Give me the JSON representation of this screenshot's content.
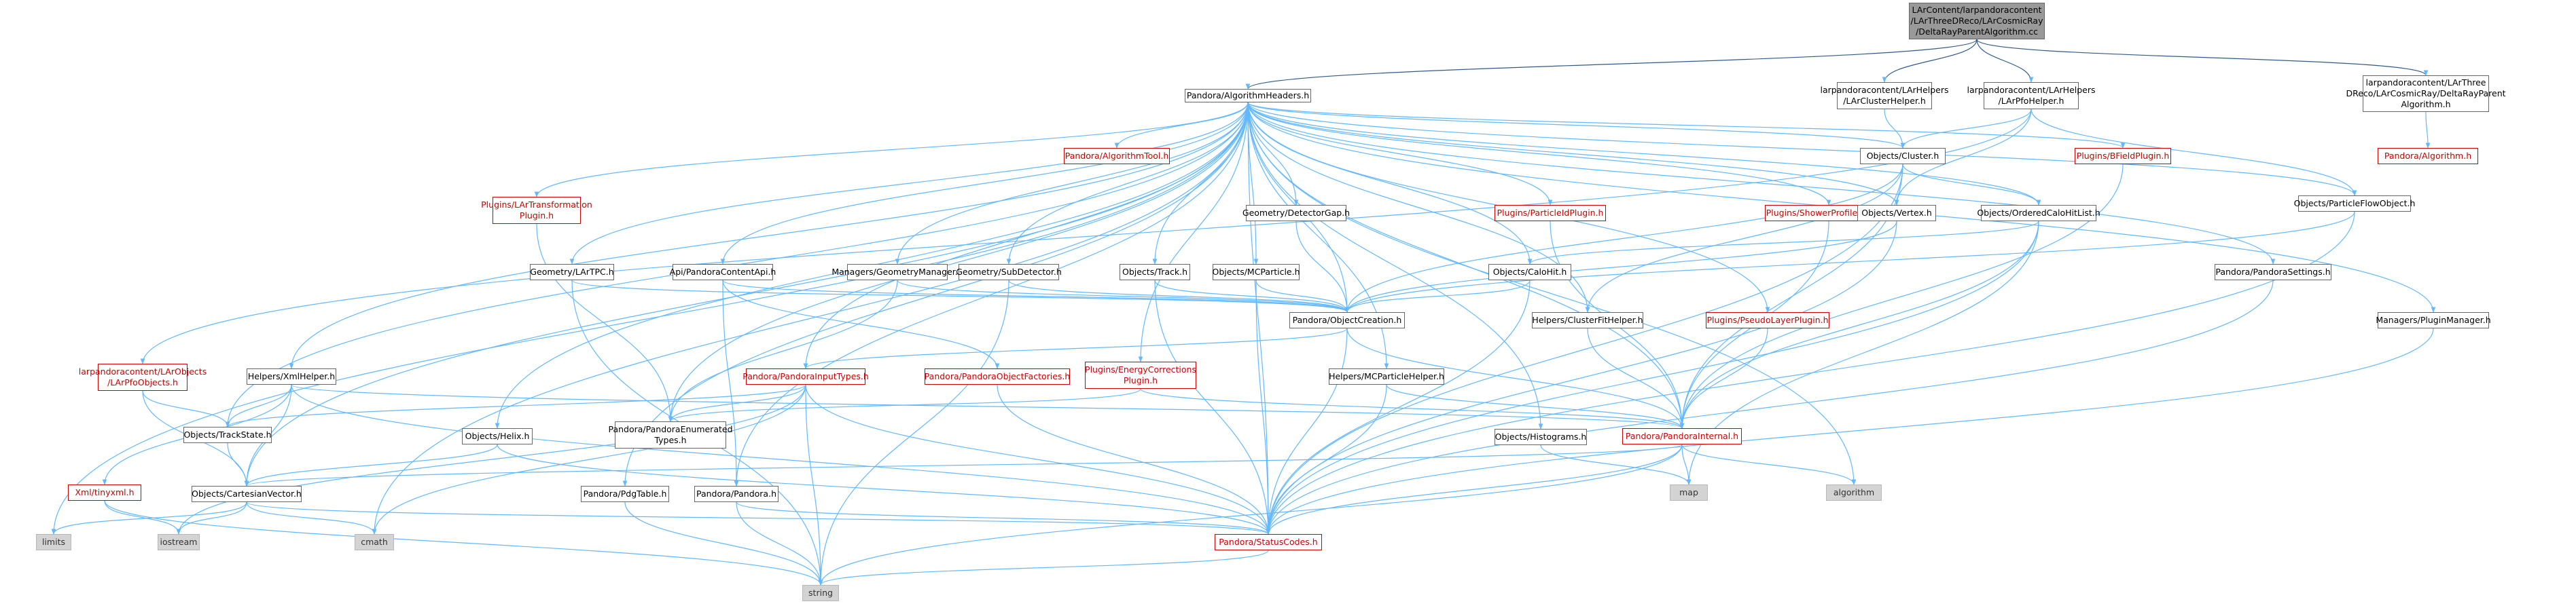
{
  "colors": {
    "edge": "#63b8ff",
    "edge_dark": "#2f5a8c",
    "red_border": "#cc0000",
    "gray_node": "#d3d3d3",
    "root_node": "#999999"
  },
  "nodes": [
    {
      "id": "root",
      "lines": [
        "LArContent/larpandoracontent",
        "/LArThreeDReco/LArCosmicRay",
        "/DeltaRayParentAlgorithm.cc"
      ],
      "kind": "root"
    },
    {
      "id": "alghead",
      "lines": [
        "Pandora/AlgorithmHeaders.h"
      ],
      "kind": "normal"
    },
    {
      "id": "clusterhelper",
      "lines": [
        "larpandoracontent/LArHelpers",
        "/LArClusterHelper.h"
      ],
      "kind": "normal"
    },
    {
      "id": "pfohelper",
      "lines": [
        "larpandoracontent/LArHelpers",
        "/LArPfoHelper.h"
      ],
      "kind": "normal"
    },
    {
      "id": "deltaparent",
      "lines": [
        "larpandoracontent/LArThree",
        "DReco/LArCosmicRay/DeltaRayParent",
        "Algorithm.h"
      ],
      "kind": "normal"
    },
    {
      "id": "pandoraalgorithm",
      "lines": [
        "Pandora/Algorithm.h"
      ],
      "kind": "red"
    },
    {
      "id": "algtool",
      "lines": [
        "Pandora/AlgorithmTool.h"
      ],
      "kind": "red"
    },
    {
      "id": "cluster",
      "lines": [
        "Objects/Cluster.h"
      ],
      "kind": "normal"
    },
    {
      "id": "bfield",
      "lines": [
        "Plugins/BFieldPlugin.h"
      ],
      "kind": "red"
    },
    {
      "id": "pflow",
      "lines": [
        "Objects/ParticleFlowObject.h"
      ],
      "kind": "normal"
    },
    {
      "id": "lartransf",
      "lines": [
        "Plugins/LArTransformation",
        "Plugin.h"
      ],
      "kind": "red"
    },
    {
      "id": "detgap",
      "lines": [
        "Geometry/DetectorGap.h"
      ],
      "kind": "normal"
    },
    {
      "id": "pidplugin",
      "lines": [
        "Plugins/ParticleIdPlugin.h"
      ],
      "kind": "red"
    },
    {
      "id": "showerprofile",
      "lines": [
        "Plugins/ShowerProfilePlugin.h"
      ],
      "kind": "red"
    },
    {
      "id": "vertex",
      "lines": [
        "Objects/Vertex.h"
      ],
      "kind": "normal"
    },
    {
      "id": "ordered",
      "lines": [
        "Objects/OrderedCaloHitList.h"
      ],
      "kind": "normal"
    },
    {
      "id": "pandorasettings",
      "lines": [
        "Pandora/PandoraSettings.h"
      ],
      "kind": "normal"
    },
    {
      "id": "pluginmgr",
      "lines": [
        "Managers/PluginManager.h"
      ],
      "kind": "normal"
    },
    {
      "id": "lartpc",
      "lines": [
        "Geometry/LArTPC.h"
      ],
      "kind": "normal"
    },
    {
      "id": "contentapi",
      "lines": [
        "Api/PandoraContentApi.h"
      ],
      "kind": "normal"
    },
    {
      "id": "geommgr",
      "lines": [
        "Managers/GeometryManager.h"
      ],
      "kind": "normal"
    },
    {
      "id": "subdet",
      "lines": [
        "Geometry/SubDetector.h"
      ],
      "kind": "normal"
    },
    {
      "id": "track",
      "lines": [
        "Objects/Track.h"
      ],
      "kind": "normal"
    },
    {
      "id": "mcparticle",
      "lines": [
        "Objects/MCParticle.h"
      ],
      "kind": "normal"
    },
    {
      "id": "calohit",
      "lines": [
        "Objects/CaloHit.h"
      ],
      "kind": "normal"
    },
    {
      "id": "objcreation",
      "lines": [
        "Pandora/ObjectCreation.h"
      ],
      "kind": "normal"
    },
    {
      "id": "clusterfit",
      "lines": [
        "Helpers/ClusterFitHelper.h"
      ],
      "kind": "normal"
    },
    {
      "id": "pseudolayer",
      "lines": [
        "Plugins/PseudoLayerPlugin.h"
      ],
      "kind": "red"
    },
    {
      "id": "larpfoobjects",
      "lines": [
        "larpandoracontent/LArObjects",
        "/LArPfoObjects.h"
      ],
      "kind": "red"
    },
    {
      "id": "xmlhelper",
      "lines": [
        "Helpers/XmlHelper.h"
      ],
      "kind": "normal"
    },
    {
      "id": "inputtypes",
      "lines": [
        "Pandora/PandoraInputTypes.h"
      ],
      "kind": "red"
    },
    {
      "id": "objfactories",
      "lines": [
        "Pandora/PandoraObjectFactories.h"
      ],
      "kind": "red"
    },
    {
      "id": "energycorr",
      "lines": [
        "Plugins/EnergyCorrections",
        "Plugin.h"
      ],
      "kind": "red"
    },
    {
      "id": "mchelper",
      "lines": [
        "Helpers/MCParticleHelper.h"
      ],
      "kind": "normal"
    },
    {
      "id": "trackstate",
      "lines": [
        "Objects/TrackState.h"
      ],
      "kind": "normal"
    },
    {
      "id": "enumtypes",
      "lines": [
        "Pandora/PandoraEnumerated",
        "Types.h"
      ],
      "kind": "normal"
    },
    {
      "id": "helix",
      "lines": [
        "Objects/Helix.h"
      ],
      "kind": "normal"
    },
    {
      "id": "histograms",
      "lines": [
        "Objects/Histograms.h"
      ],
      "kind": "normal"
    },
    {
      "id": "pinternal",
      "lines": [
        "Pandora/PandoraInternal.h"
      ],
      "kind": "red"
    },
    {
      "id": "tinyxml",
      "lines": [
        "Xml/tinyxml.h"
      ],
      "kind": "red"
    },
    {
      "id": "cartesian",
      "lines": [
        "Objects/CartesianVector.h"
      ],
      "kind": "normal"
    },
    {
      "id": "pdgtable",
      "lines": [
        "Pandora/PdgTable.h"
      ],
      "kind": "normal"
    },
    {
      "id": "pandora",
      "lines": [
        "Pandora/Pandora.h"
      ],
      "kind": "normal"
    },
    {
      "id": "map",
      "lines": [
        "map"
      ],
      "kind": "sys"
    },
    {
      "id": "algorithm",
      "lines": [
        "algorithm"
      ],
      "kind": "sys"
    },
    {
      "id": "limits",
      "lines": [
        "limits"
      ],
      "kind": "sys"
    },
    {
      "id": "iostream",
      "lines": [
        "iostream"
      ],
      "kind": "sys"
    },
    {
      "id": "cmath",
      "lines": [
        "cmath"
      ],
      "kind": "sys"
    },
    {
      "id": "statuscodes",
      "lines": [
        "Pandora/StatusCodes.h"
      ],
      "kind": "red"
    },
    {
      "id": "string",
      "lines": [
        "string"
      ],
      "kind": "sys"
    }
  ],
  "edges": [
    [
      "root",
      "alghead"
    ],
    [
      "root",
      "clusterhelper"
    ],
    [
      "root",
      "pfohelper"
    ],
    [
      "root",
      "deltaparent"
    ],
    [
      "deltaparent",
      "pandoraalgorithm"
    ],
    [
      "clusterhelper",
      "cluster"
    ],
    [
      "pfohelper",
      "cluster"
    ],
    [
      "pfohelper",
      "pflow"
    ],
    [
      "pfohelper",
      "vertex"
    ],
    [
      "pfohelper",
      "larpfoobjects"
    ],
    [
      "alghead",
      "algtool"
    ],
    [
      "alghead",
      "cluster"
    ],
    [
      "alghead",
      "bfield"
    ],
    [
      "alghead",
      "pflow"
    ],
    [
      "alghead",
      "lartransf"
    ],
    [
      "alghead",
      "detgap"
    ],
    [
      "alghead",
      "pidplugin"
    ],
    [
      "alghead",
      "showerprofile"
    ],
    [
      "alghead",
      "vertex"
    ],
    [
      "alghead",
      "ordered"
    ],
    [
      "alghead",
      "pandorasettings"
    ],
    [
      "alghead",
      "pluginmgr"
    ],
    [
      "alghead",
      "lartpc"
    ],
    [
      "alghead",
      "contentapi"
    ],
    [
      "alghead",
      "geommgr"
    ],
    [
      "alghead",
      "subdet"
    ],
    [
      "alghead",
      "track"
    ],
    [
      "alghead",
      "mcparticle"
    ],
    [
      "alghead",
      "calohit"
    ],
    [
      "alghead",
      "objcreation"
    ],
    [
      "alghead",
      "clusterfit"
    ],
    [
      "alghead",
      "pseudolayer"
    ],
    [
      "alghead",
      "xmlhelper"
    ],
    [
      "alghead",
      "inputtypes"
    ],
    [
      "alghead",
      "energycorr"
    ],
    [
      "alghead",
      "mchelper"
    ],
    [
      "alghead",
      "trackstate"
    ],
    [
      "alghead",
      "enumtypes"
    ],
    [
      "alghead",
      "helix"
    ],
    [
      "alghead",
      "histograms"
    ],
    [
      "alghead",
      "pinternal"
    ],
    [
      "alghead",
      "cartesian"
    ],
    [
      "alghead",
      "pdgtable"
    ],
    [
      "alghead",
      "pandora"
    ],
    [
      "alghead",
      "algorithm"
    ],
    [
      "alghead",
      "limits"
    ],
    [
      "alghead",
      "cmath"
    ],
    [
      "alghead",
      "statuscodes"
    ],
    [
      "cluster",
      "ordered"
    ],
    [
      "cluster",
      "clusterfit"
    ],
    [
      "cluster",
      "objcreation"
    ],
    [
      "cluster",
      "pinternal"
    ],
    [
      "cluster",
      "statuscodes"
    ],
    [
      "pflow",
      "objcreation"
    ],
    [
      "pflow",
      "statuscodes"
    ],
    [
      "ordered",
      "calohit"
    ],
    [
      "ordered",
      "pinternal"
    ],
    [
      "ordered",
      "map"
    ],
    [
      "ordered",
      "statuscodes"
    ],
    [
      "vertex",
      "objcreation"
    ],
    [
      "vertex",
      "statuscodes"
    ],
    [
      "bfield",
      "pinternal"
    ],
    [
      "pidplugin",
      "pinternal"
    ],
    [
      "showerprofile",
      "pinternal"
    ],
    [
      "pseudolayer",
      "pinternal"
    ],
    [
      "lartransf",
      "enumtypes"
    ],
    [
      "lartpc",
      "objcreation"
    ],
    [
      "lartpc",
      "string"
    ],
    [
      "detgap",
      "objcreation"
    ],
    [
      "contentapi",
      "objcreation"
    ],
    [
      "contentapi",
      "objfactories"
    ],
    [
      "contentapi",
      "pandora"
    ],
    [
      "geommgr",
      "objcreation"
    ],
    [
      "geommgr",
      "enumtypes"
    ],
    [
      "subdet",
      "objcreation"
    ],
    [
      "subdet",
      "string"
    ],
    [
      "track",
      "objcreation"
    ],
    [
      "track",
      "statuscodes"
    ],
    [
      "mcparticle",
      "objcreation"
    ],
    [
      "mcparticle",
      "statuscodes"
    ],
    [
      "calohit",
      "objcreation"
    ],
    [
      "calohit",
      "statuscodes"
    ],
    [
      "objcreation",
      "inputtypes"
    ],
    [
      "objcreation",
      "pinternal"
    ],
    [
      "objcreation",
      "statuscodes"
    ],
    [
      "clusterfit",
      "pinternal"
    ],
    [
      "larpfoobjects",
      "trackstate"
    ],
    [
      "larpfoobjects",
      "cartesian"
    ],
    [
      "xmlhelper",
      "trackstate"
    ],
    [
      "xmlhelper",
      "cartesian"
    ],
    [
      "xmlhelper",
      "tinyxml"
    ],
    [
      "xmlhelper",
      "pinternal"
    ],
    [
      "xmlhelper",
      "statuscodes"
    ],
    [
      "inputtypes",
      "trackstate"
    ],
    [
      "inputtypes",
      "enumtypes"
    ],
    [
      "inputtypes",
      "iostream"
    ],
    [
      "inputtypes",
      "cmath"
    ],
    [
      "inputtypes",
      "string"
    ],
    [
      "inputtypes",
      "statuscodes"
    ],
    [
      "objfactories",
      "statuscodes"
    ],
    [
      "energycorr",
      "enumtypes"
    ],
    [
      "energycorr",
      "pinternal"
    ],
    [
      "mchelper",
      "pinternal"
    ],
    [
      "mchelper",
      "statuscodes"
    ],
    [
      "trackstate",
      "cartesian"
    ],
    [
      "helix",
      "cartesian"
    ],
    [
      "helix",
      "statuscodes"
    ],
    [
      "histograms",
      "map"
    ],
    [
      "pinternal",
      "map"
    ],
    [
      "pinternal",
      "algorithm"
    ],
    [
      "pinternal",
      "cartesian"
    ],
    [
      "pinternal",
      "statuscodes"
    ],
    [
      "pinternal",
      "string"
    ],
    [
      "tinyxml",
      "iostream"
    ],
    [
      "tinyxml",
      "string"
    ],
    [
      "cartesian",
      "limits"
    ],
    [
      "cartesian",
      "iostream"
    ],
    [
      "cartesian",
      "cmath"
    ],
    [
      "cartesian",
      "statuscodes"
    ],
    [
      "pdgtable",
      "string"
    ],
    [
      "pandora",
      "string"
    ],
    [
      "pandora",
      "statuscodes"
    ],
    [
      "pandorasettings",
      "statuscodes"
    ],
    [
      "pluginmgr",
      "statuscodes"
    ],
    [
      "statuscodes",
      "string"
    ]
  ]
}
